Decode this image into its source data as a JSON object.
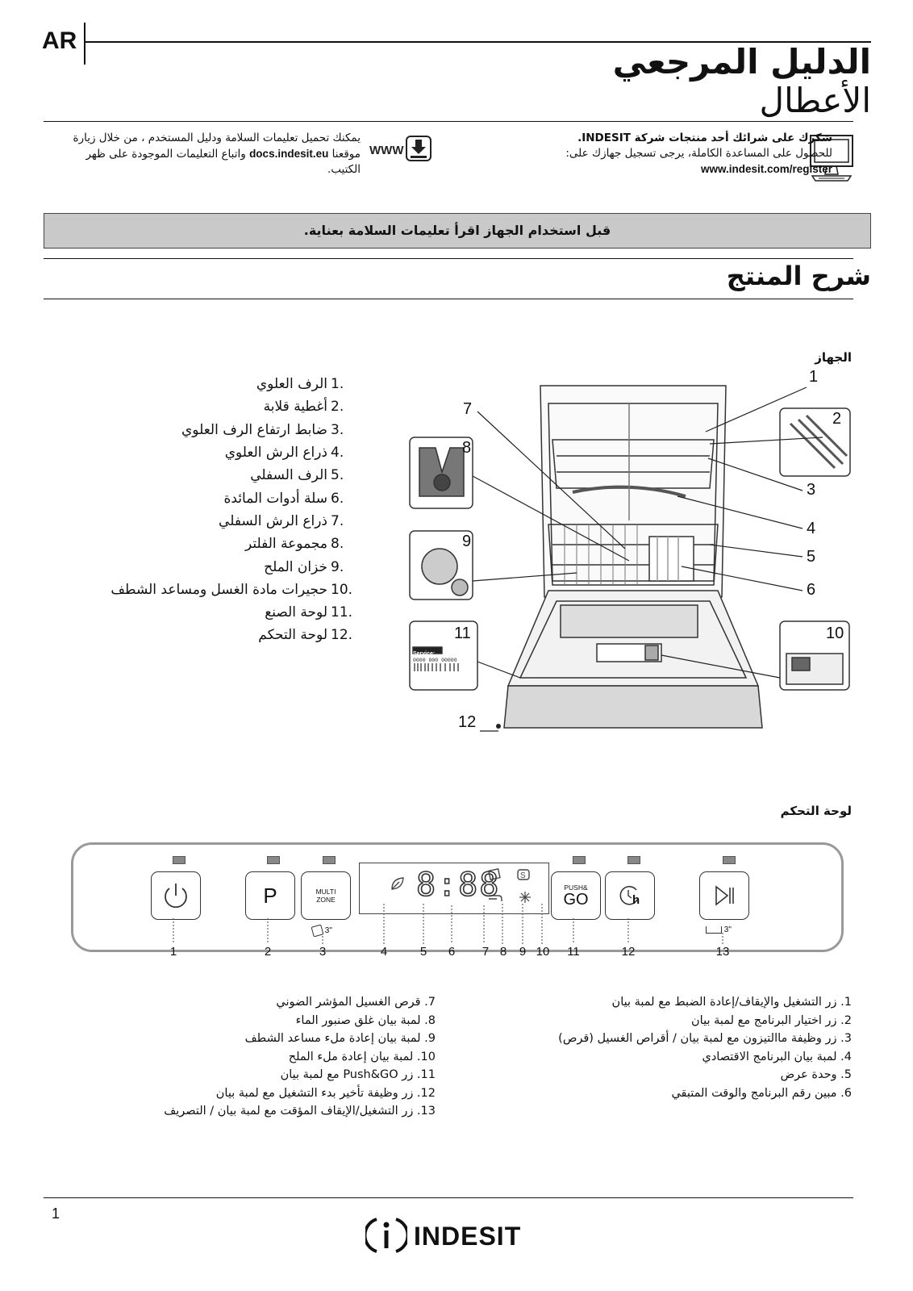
{
  "header": {
    "lang_code": "AR",
    "title_line1": "الدليل المرجعي",
    "title_line2": "الأعطال"
  },
  "register": {
    "line1": "شكرك على شرائك أحد منتجات شركة INDESIT.",
    "line2": "للحصول على المساعدة الكاملة، يرجى تسجيل جهازك على:",
    "url": "www.indesit.com/register"
  },
  "docs": {
    "line1": "يمكنك تحميل تعليمات السلامة ودليل المستخدم ، من خلال زيارة",
    "line2_pre": "موقعنا",
    "site": "docs.indesit.eu",
    "line2_post": "واتباع التعليمات الموجودة على ظهر",
    "line3": "الكتيب.",
    "www_icon_text": "WWW"
  },
  "safety_banner": "قبل استخدام الجهاز اقرأ تعليمات السلامة بعناية.",
  "product_section": {
    "title": "شرح المنتج",
    "appliance_label": "الجهاز",
    "parts": [
      {
        "num": "1.",
        "label": "الرف العلوي"
      },
      {
        "num": "2.",
        "label": "أغطية قلابة"
      },
      {
        "num": "3.",
        "label": "ضابط ارتفاع الرف العلوي"
      },
      {
        "num": "4.",
        "label": "ذراع الرش العلوي"
      },
      {
        "num": "5.",
        "label": "الرف السفلي"
      },
      {
        "num": "6.",
        "label": "سلة أدوات المائدة"
      },
      {
        "num": "7.",
        "label": "ذراع الرش السفلي"
      },
      {
        "num": "8.",
        "label": "مجموعة الفلتر"
      },
      {
        "num": "9.",
        "label": "خزان الملح"
      },
      {
        "num": "10.",
        "label": "حجيرات مادة الغسل ومساعد الشطف"
      },
      {
        "num": "11.",
        "label": "لوحة الصنع"
      },
      {
        "num": "12.",
        "label": "لوحة التحكم"
      }
    ],
    "diagram_numbers": [
      "1",
      "2",
      "3",
      "4",
      "5",
      "6",
      "7",
      "8",
      "9",
      "10",
      "11",
      "12"
    ],
    "service_label": "Service:",
    "service_code": "0000 000 00000"
  },
  "control_panel": {
    "title": "لوحة التحكم",
    "display_digits": "8:88",
    "buttons": {
      "program": "P",
      "multizone_line1": "MULTI",
      "multizone_line2": "ZONE",
      "multizone_hold": "3\"",
      "pushgo_top": "PUSH&",
      "pushgo_bottom": "GO",
      "delay_h": "h",
      "pause_hold": "3\""
    },
    "numbers": [
      "1",
      "2",
      "3",
      "4",
      "5",
      "6",
      "7",
      "8",
      "9",
      "10",
      "11",
      "12",
      "13"
    ],
    "legend_right": [
      "1. زر التشغيل والإيقاف/إعادة الضبط مع لمبة بيان",
      "2. زر اختيار البرنامج مع لمبة بيان",
      "3. زر وظيفة ماالتيزون مع لمبة بيان / أقراص الغسيل (قرص)",
      "4. لمبة بيان البرنامج الاقتصادي",
      "5. وحدة عرض",
      "6. مبين رقم البرنامج والوقت المتبقي"
    ],
    "legend_left": [
      "7. قرص الغسيل المؤشر الضوني",
      "8. لمبة بيان غلق صنبور الماء",
      "9. لمبة بيان إعادة ملء مساعد الشطف",
      "10. لمبة بيان إعادة ملء الملح",
      "11. زر Push&GO مع لمبة بيان",
      "12. زر وظيفة تأخير بدء التشغيل مع لمبة بيان",
      "13. زر التشغيل/الإيقاف المؤقت مع لمبة بيان / التصريف"
    ]
  },
  "footer": {
    "page_number": "1",
    "brand": "INDESIT"
  }
}
